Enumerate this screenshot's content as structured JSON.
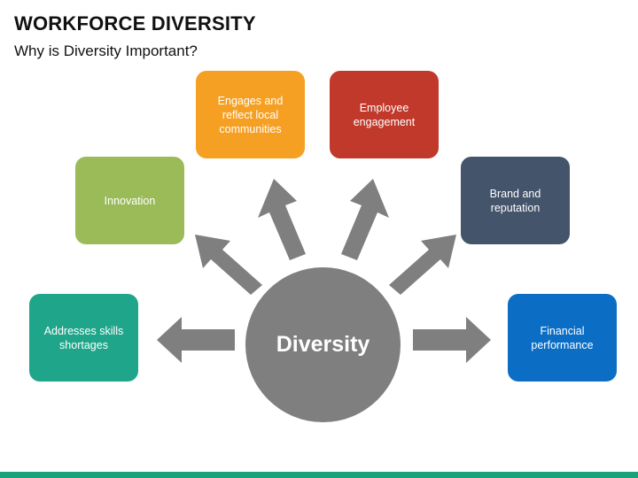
{
  "header": {
    "title": "WORKFORCE DIVERSITY",
    "subtitle": "Why is Diversity Important?"
  },
  "center": {
    "label": "Diversity",
    "color": "#7f7f7f"
  },
  "arrow_color": "#7f7f7f",
  "footer_color": "#1aa37a",
  "nodes": [
    {
      "id": "addresses-skills-shortages",
      "label": "Addresses skills\nshortages",
      "color": "#1fa589"
    },
    {
      "id": "innovation",
      "label": "Innovation",
      "color": "#9bbb59"
    },
    {
      "id": "engages-communities",
      "label": "Engages and\nreflect local\ncommunities",
      "color": "#f5a023"
    },
    {
      "id": "employee-engagement",
      "label": "Employee\nengagement",
      "color": "#c0392b"
    },
    {
      "id": "brand-reputation",
      "label": "Brand and\nreputation",
      "color": "#44546a"
    },
    {
      "id": "financial-performance",
      "label": "Financial\nperformance",
      "color": "#0b6ec4"
    }
  ]
}
